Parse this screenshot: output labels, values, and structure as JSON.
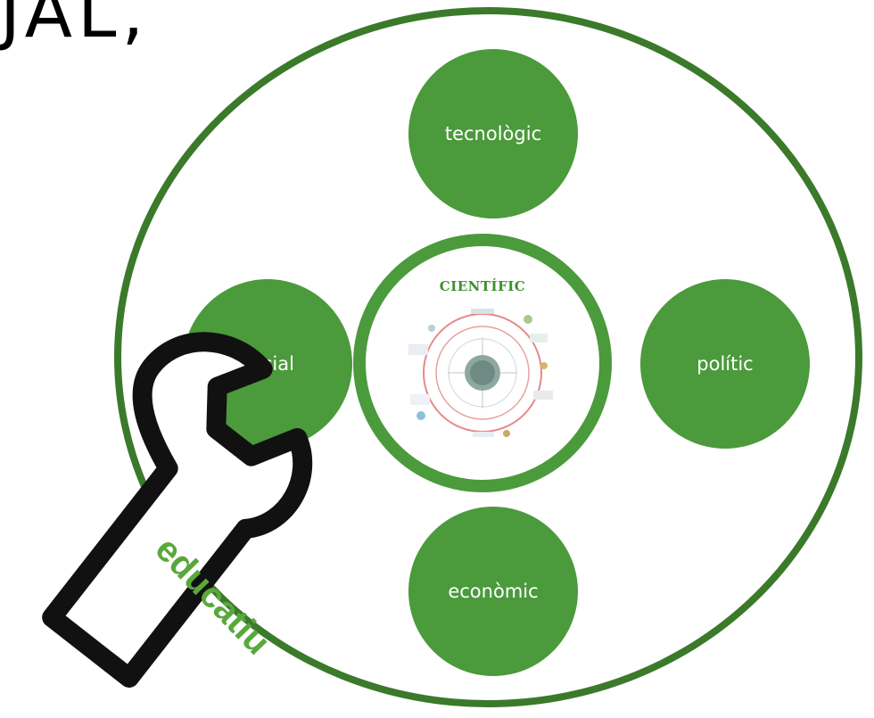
{
  "header": {
    "fragment": "JAL,"
  },
  "diagram": {
    "center_label": "CIENTÍFIC",
    "nodes": {
      "top": "tecnològic",
      "left": "social",
      "right": "polític",
      "bottom": "econòmic"
    },
    "tool_label": "educatiu"
  },
  "colors": {
    "node_green": "#4b9a3c",
    "outer_ring": "#3a7a2a",
    "label_green": "#3f8f2e",
    "tool_outline": "#111111"
  },
  "icons": [
    "wrench-icon",
    "science-cycle-diagram-icon"
  ]
}
